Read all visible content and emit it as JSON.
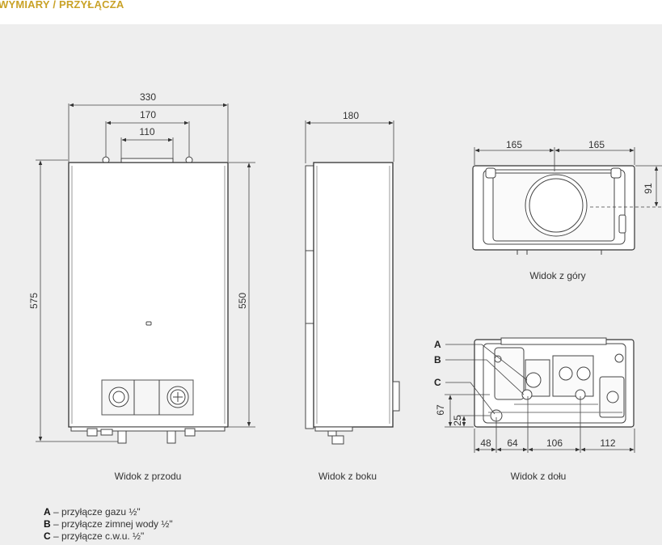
{
  "header": {
    "title": "WYMIARY / PRZYŁĄCZA"
  },
  "front": {
    "caption": "Widok z przodu",
    "dims": {
      "width_total": "330",
      "width_mid": "170",
      "width_inner": "110",
      "height_total": "575",
      "height_body": "550"
    }
  },
  "side": {
    "caption": "Widok z boku",
    "dims": {
      "depth": "180"
    }
  },
  "top": {
    "caption": "Widok z góry",
    "dims": {
      "left": "165",
      "right": "165",
      "offset": "91"
    }
  },
  "bottom": {
    "caption": "Widok z dołu",
    "labels": {
      "a": "A",
      "b": "B",
      "c": "C"
    },
    "dims": {
      "d48": "48",
      "d64": "64",
      "d106": "106",
      "d112": "112",
      "h67": "67",
      "h25": "25"
    }
  },
  "legend": [
    {
      "key": "A",
      "text": " – przyłącze gazu ½\""
    },
    {
      "key": "B",
      "text": " – przyłącze zimnej wody ½\""
    },
    {
      "key": "C",
      "text": " – przyłącze c.w.u. ½\""
    }
  ]
}
